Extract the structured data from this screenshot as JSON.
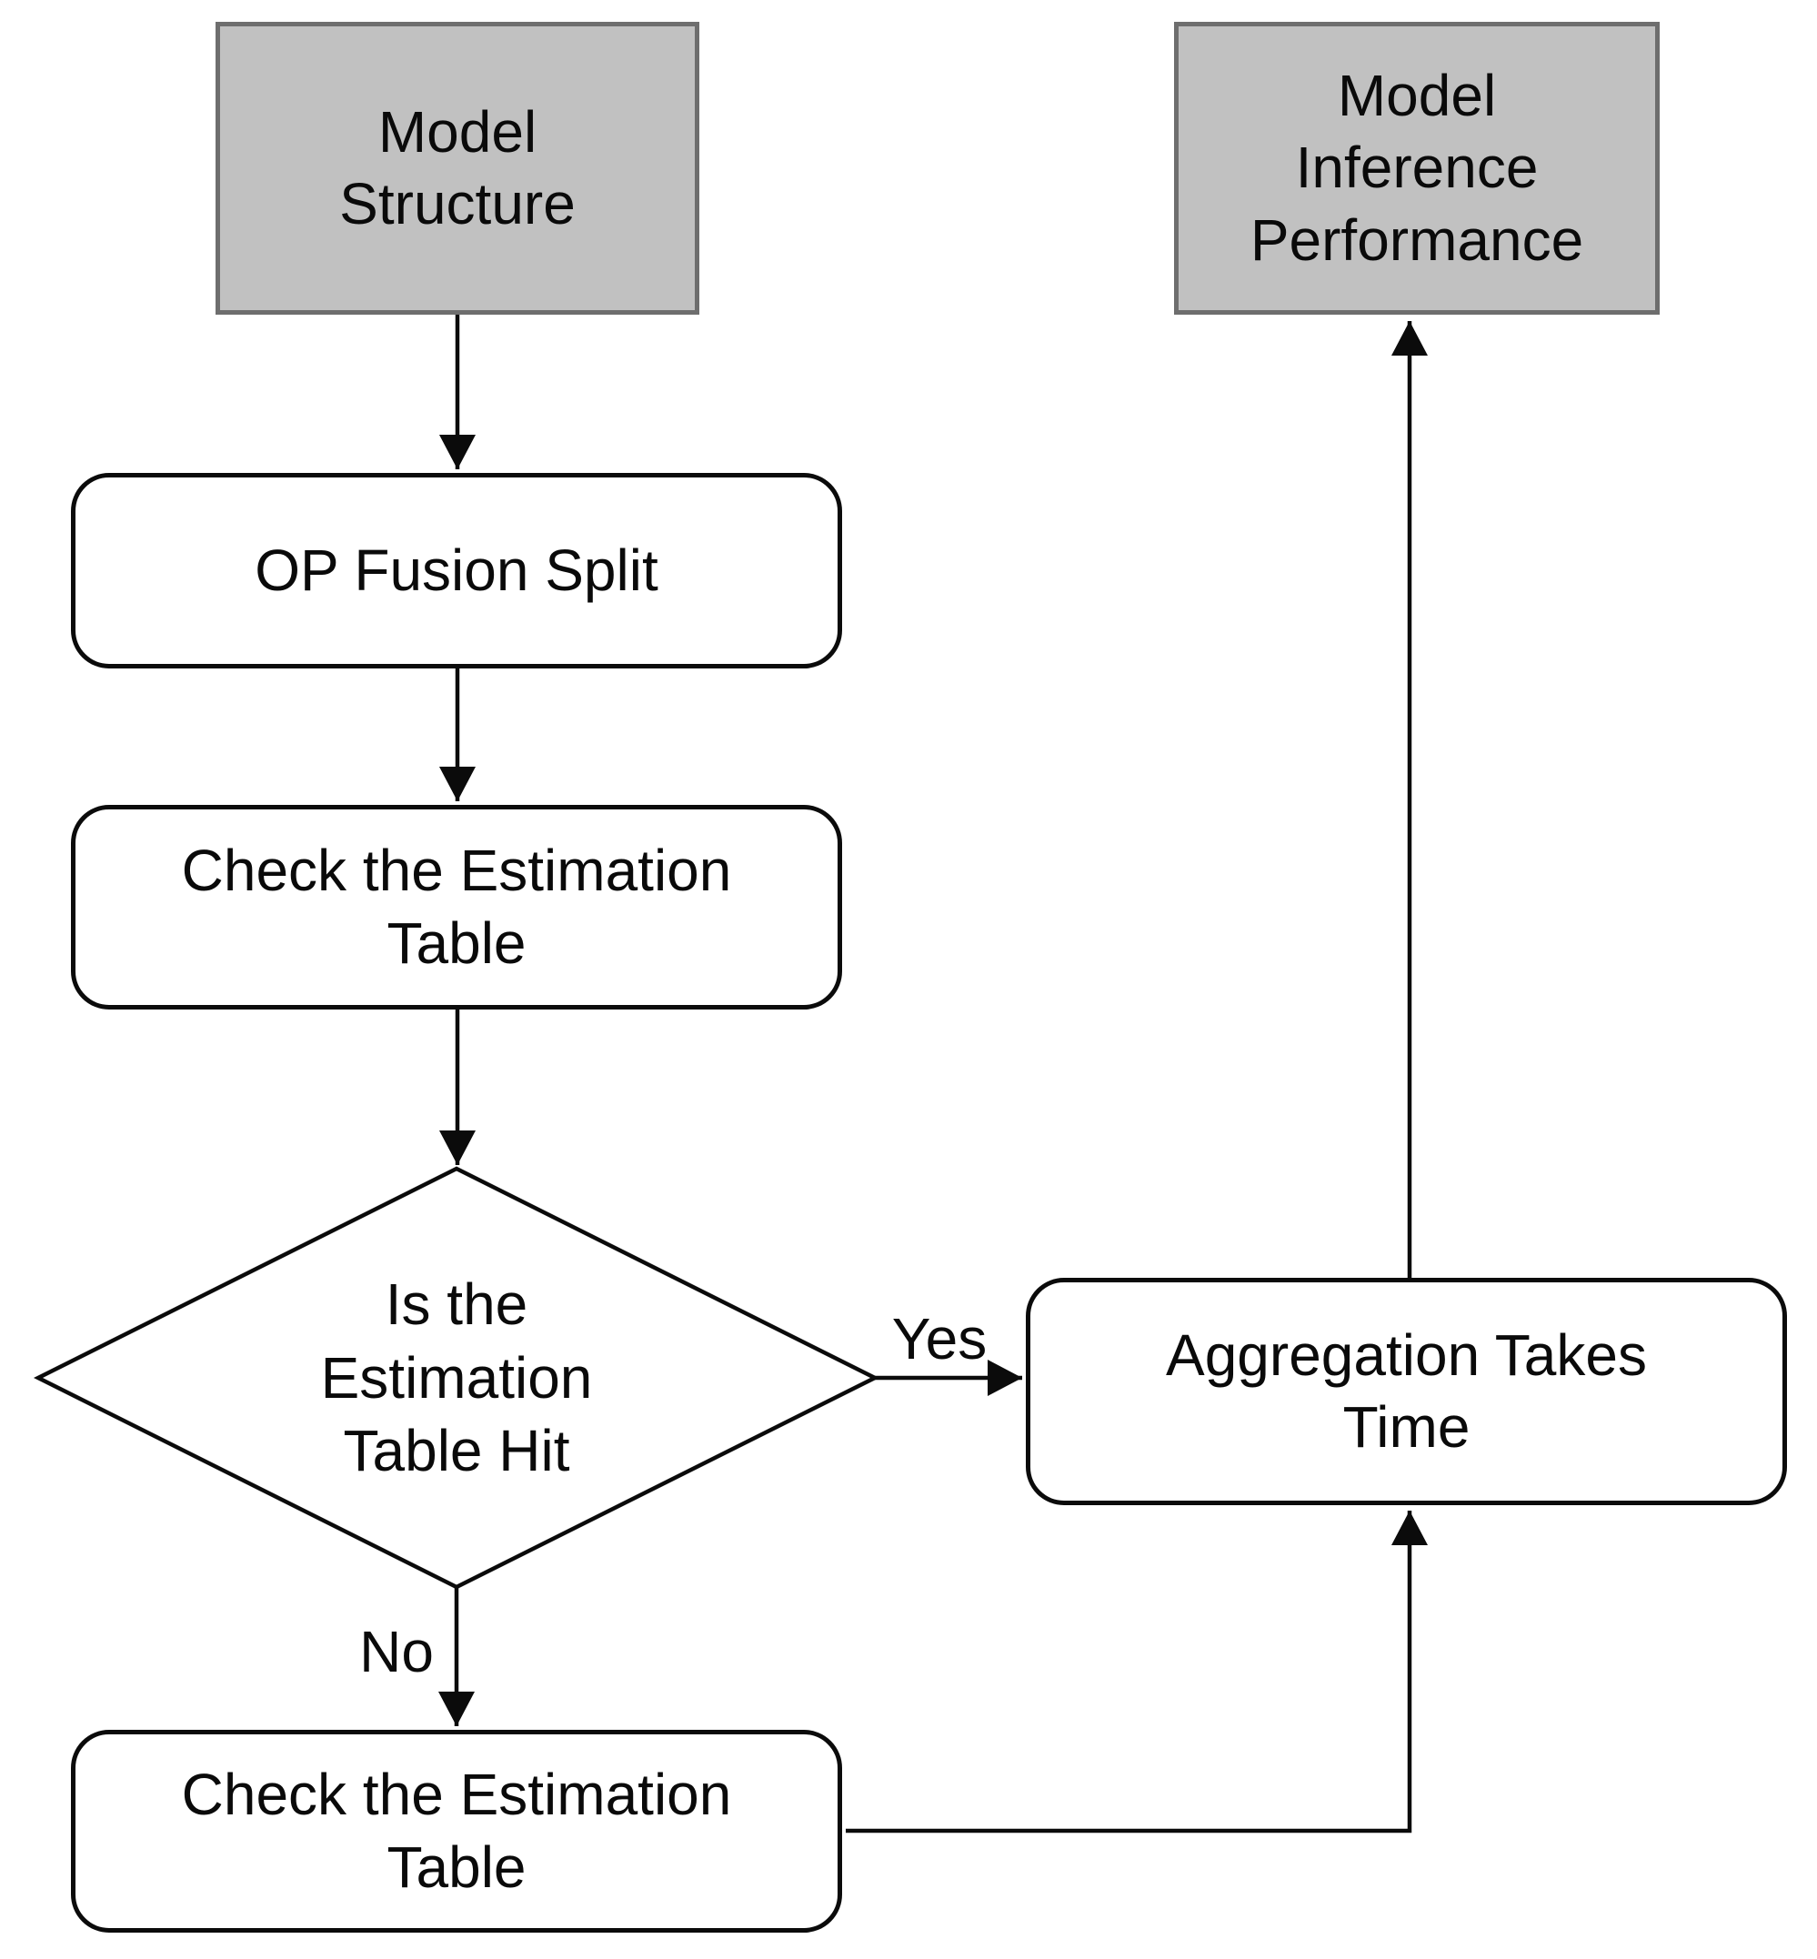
{
  "diagram": {
    "nodes": {
      "model_structure": {
        "label": "Model\nStructure",
        "shape": "rectangle",
        "fill": "#c1c1c1"
      },
      "op_fusion_split": {
        "label": "OP Fusion Split",
        "shape": "rounded-rectangle",
        "fill": "#ffffff"
      },
      "check_estimation_table_1": {
        "label": "Check the Estimation\nTable",
        "shape": "rounded-rectangle",
        "fill": "#ffffff"
      },
      "estimation_table_hit_decision": {
        "label": "Is the\nEstimation\nTable Hit",
        "shape": "diamond",
        "fill": "#ffffff"
      },
      "aggregation_takes_time": {
        "label": "Aggregation Takes\nTime",
        "shape": "rounded-rectangle",
        "fill": "#ffffff"
      },
      "check_estimation_table_2": {
        "label": "Check the Estimation\nTable",
        "shape": "rounded-rectangle",
        "fill": "#ffffff"
      },
      "model_inference_performance": {
        "label": "Model\nInference\nPerformance",
        "shape": "rectangle",
        "fill": "#c1c1c1"
      }
    },
    "edge_labels": {
      "yes": "Yes",
      "no": "No"
    },
    "edges": [
      {
        "from": "model_structure",
        "to": "op_fusion_split",
        "label": ""
      },
      {
        "from": "op_fusion_split",
        "to": "check_estimation_table_1",
        "label": ""
      },
      {
        "from": "check_estimation_table_1",
        "to": "estimation_table_hit_decision",
        "label": ""
      },
      {
        "from": "estimation_table_hit_decision",
        "to": "aggregation_takes_time",
        "label": "Yes"
      },
      {
        "from": "estimation_table_hit_decision",
        "to": "check_estimation_table_2",
        "label": "No"
      },
      {
        "from": "check_estimation_table_2",
        "to": "aggregation_takes_time",
        "label": ""
      },
      {
        "from": "aggregation_takes_time",
        "to": "model_inference_performance",
        "label": ""
      }
    ],
    "colors": {
      "terminal_fill": "#c1c1c1",
      "terminal_border": "#6e6e6e",
      "process_fill": "#ffffff",
      "process_border": "#0b0b0b",
      "line": "#0b0b0b",
      "text": "#0a0a0a"
    }
  }
}
